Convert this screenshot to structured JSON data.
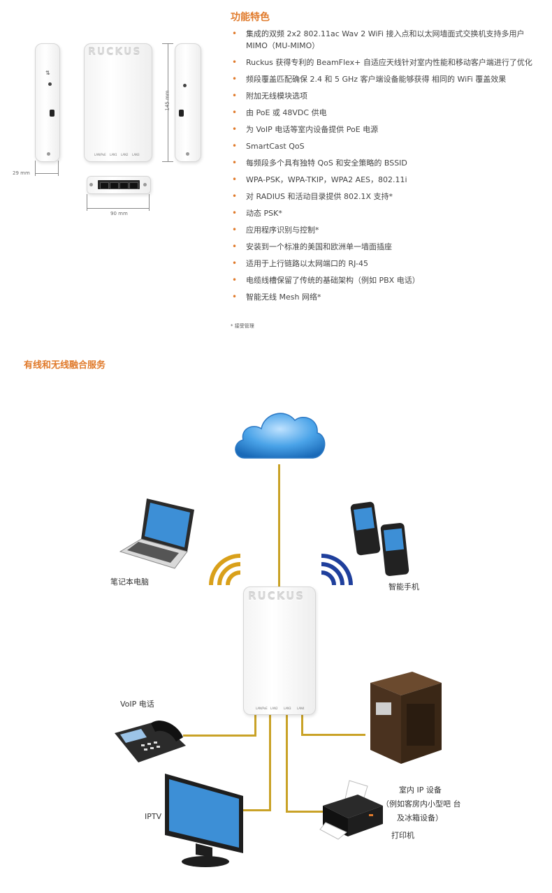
{
  "product": {
    "brand": "RUCKUS",
    "ports": [
      "LAN/PoE",
      "LAN1",
      "LAN2",
      "LAN3"
    ],
    "dims": {
      "depth": "29 mm",
      "height": "145 mm",
      "width": "90 mm"
    }
  },
  "features": {
    "title": "功能特色",
    "items": [
      "集成的双频 2x2 802.11ac Wav 2 WiFi 接入点和以太网墙面式交换机支持多用户 MIMO（MU-MIMO）",
      "Ruckus 获得专利的 BeamFlex+ 自适应天线针对室内性能和移动客户端进行了优化",
      "频段覆盖匹配确保 2.4 和 5 GHz 客户端设备能够获得 相同的 WiFi 覆盖效果",
      "附加无线模块选项",
      "由 PoE 或 48VDC 供电",
      "为 VoIP 电话等室内设备提供 PoE 电源",
      "SmartCast QoS",
      "每频段多个具有独特 QoS 和安全策略的 BSSID",
      "WPA-PSK，WPA-TKIP，WPA2 AES，802.11i",
      "对 RADIUS 和活动目录提供 802.1X 支持*",
      "动态 PSK*",
      "应用程序识别与控制*",
      "安装到一个标准的美国和欧洲单一墙面插座",
      "适用于上行链路以太网端口的 RJ-45",
      "电缆线槽保留了传统的基础架构（例如 PBX 电话）",
      "智能无线 Mesh 网络*"
    ],
    "footnote": "* 接受管理"
  },
  "diagram": {
    "title": "有线和无线融合服务",
    "labels": {
      "laptop": "笔记本电脑",
      "phones": "智能手机",
      "voip": "VoIP 电话",
      "iptv": "IPTV",
      "ip_devices_1": "室内 IP 设备",
      "ip_devices_2": "（例如客房内小型吧 台",
      "ip_devices_3": "及冰箱设备）",
      "printer": "打印机"
    },
    "ap_brand": "RUCKUS",
    "ap_ports": [
      "LAN/PoE",
      "LAN2",
      "LAN3",
      "LAN4"
    ],
    "colors": {
      "accent": "#e07a2b",
      "wire": "#c9a227",
      "wifi_left": "#d9a01a",
      "wifi_right": "#1f3f9c",
      "cloud": "#4aa3e8"
    }
  }
}
